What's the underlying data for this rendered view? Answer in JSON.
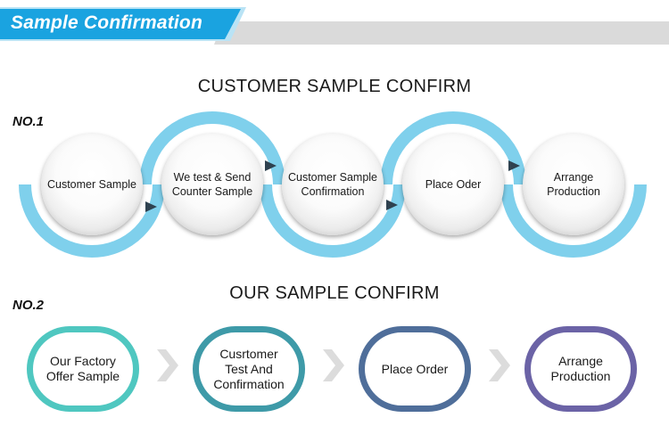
{
  "header": {
    "title": "Sample Confirmation"
  },
  "section1": {
    "label": "NO.1",
    "heading": "CUSTOMER SAMPLE CONFIRM",
    "steps": [
      {
        "label": "Customer Sample"
      },
      {
        "label": "We test & Send\nCounter Sample"
      },
      {
        "label": "Customer Sample\nConfirmation"
      },
      {
        "label": "Place Oder"
      },
      {
        "label": "Arrange Production"
      }
    ]
  },
  "section2": {
    "label": "NO.2",
    "heading": "OUR SAMPLE CONFIRM",
    "steps": [
      {
        "label": "Our Factory\nOffer Sample",
        "color": "#4fc7c0"
      },
      {
        "label": "Cusrtomer\nTest And\nConfirmation",
        "color": "#3e9aa8"
      },
      {
        "label": "Place Order",
        "color": "#4f6e9a"
      },
      {
        "label": "Arrange\nProduction",
        "color": "#6b63a6"
      }
    ]
  },
  "colors": {
    "banner_blue": "#1aa3e0",
    "banner_grey": "#d9d9d9",
    "wave_blue": "#7fd0ec",
    "arrow_dark": "#2f4250",
    "chevron_grey": "#dcdcdc"
  }
}
